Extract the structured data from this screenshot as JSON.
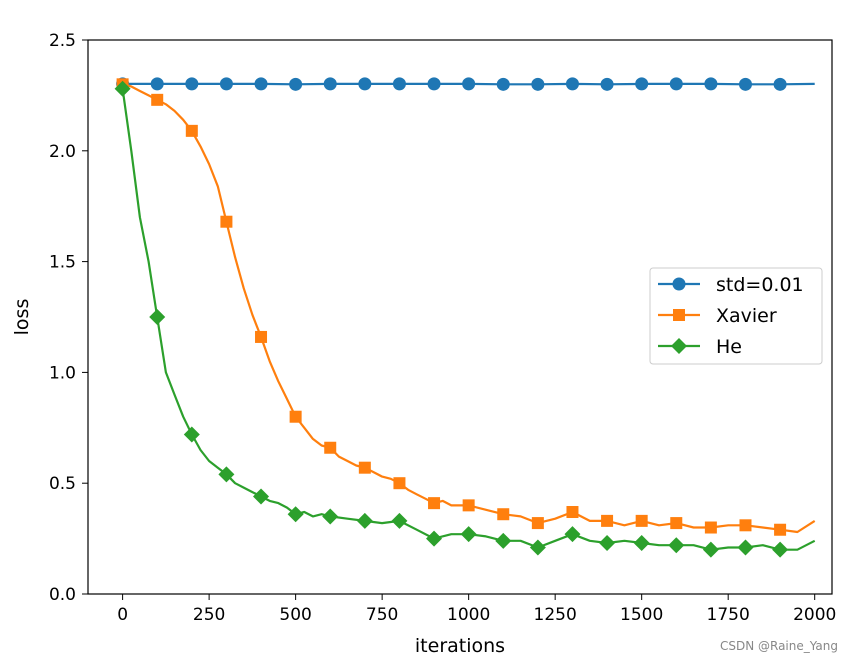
{
  "chart_data": {
    "type": "line",
    "title": "",
    "xlabel": "iterations",
    "ylabel": "loss",
    "xlim": [
      -100,
      2050
    ],
    "ylim": [
      0.0,
      2.5
    ],
    "xticks": [
      0,
      250,
      500,
      750,
      1000,
      1250,
      1500,
      1750,
      2000
    ],
    "xtick_labels": [
      "0",
      "250",
      "500",
      "750",
      "1000",
      "1250",
      "1500",
      "1750",
      "2000"
    ],
    "yticks": [
      0.0,
      0.5,
      1.0,
      1.5,
      2.0,
      2.5
    ],
    "ytick_labels": [
      "0.0",
      "0.5",
      "1.0",
      "1.5",
      "2.0",
      "2.5"
    ],
    "grid": false,
    "legend": "center-right",
    "series": [
      {
        "name": "std=0.01",
        "color": "#1f77b4",
        "marker": "circle",
        "x": [
          0,
          100,
          200,
          300,
          400,
          500,
          600,
          700,
          800,
          900,
          1000,
          1100,
          1200,
          1300,
          1400,
          1500,
          1600,
          1700,
          1800,
          1900,
          2000
        ],
        "y": [
          2.302,
          2.302,
          2.302,
          2.302,
          2.302,
          2.3,
          2.302,
          2.302,
          2.302,
          2.302,
          2.302,
          2.3,
          2.3,
          2.302,
          2.3,
          2.302,
          2.302,
          2.302,
          2.3,
          2.3,
          2.302
        ],
        "marker_every": 100
      },
      {
        "name": "Xavier",
        "color": "#ff7f0e",
        "marker": "square",
        "x": [
          0,
          25,
          50,
          75,
          100,
          125,
          150,
          175,
          200,
          225,
          250,
          275,
          300,
          325,
          350,
          375,
          400,
          425,
          450,
          475,
          500,
          525,
          550,
          575,
          600,
          625,
          650,
          675,
          700,
          725,
          750,
          775,
          800,
          825,
          850,
          875,
          900,
          925,
          950,
          975,
          1000,
          1050,
          1100,
          1150,
          1200,
          1250,
          1300,
          1350,
          1400,
          1450,
          1500,
          1550,
          1600,
          1650,
          1700,
          1750,
          1800,
          1850,
          1900,
          1950,
          2000
        ],
        "y": [
          2.3,
          2.29,
          2.27,
          2.25,
          2.23,
          2.21,
          2.18,
          2.14,
          2.09,
          2.02,
          1.94,
          1.84,
          1.68,
          1.52,
          1.38,
          1.26,
          1.16,
          1.05,
          0.96,
          0.88,
          0.8,
          0.75,
          0.7,
          0.67,
          0.66,
          0.62,
          0.6,
          0.58,
          0.57,
          0.55,
          0.53,
          0.52,
          0.5,
          0.47,
          0.45,
          0.43,
          0.41,
          0.42,
          0.4,
          0.4,
          0.4,
          0.38,
          0.36,
          0.35,
          0.32,
          0.34,
          0.37,
          0.33,
          0.33,
          0.31,
          0.33,
          0.31,
          0.32,
          0.3,
          0.3,
          0.31,
          0.31,
          0.3,
          0.29,
          0.28,
          0.33
        ],
        "marker_every": 100
      },
      {
        "name": "He",
        "color": "#2ca02c",
        "marker": "diamond",
        "x": [
          0,
          25,
          50,
          75,
          100,
          125,
          150,
          175,
          200,
          225,
          250,
          275,
          300,
          325,
          350,
          375,
          400,
          425,
          450,
          475,
          500,
          525,
          550,
          575,
          600,
          650,
          700,
          750,
          800,
          850,
          900,
          950,
          1000,
          1050,
          1100,
          1150,
          1200,
          1250,
          1300,
          1350,
          1400,
          1450,
          1500,
          1550,
          1600,
          1650,
          1700,
          1750,
          1800,
          1850,
          1900,
          1950,
          2000
        ],
        "y": [
          2.28,
          2.0,
          1.7,
          1.5,
          1.25,
          1.0,
          0.9,
          0.8,
          0.72,
          0.65,
          0.6,
          0.57,
          0.54,
          0.5,
          0.48,
          0.46,
          0.44,
          0.42,
          0.41,
          0.39,
          0.36,
          0.37,
          0.35,
          0.36,
          0.35,
          0.34,
          0.33,
          0.32,
          0.33,
          0.29,
          0.25,
          0.27,
          0.27,
          0.26,
          0.24,
          0.24,
          0.21,
          0.24,
          0.27,
          0.24,
          0.23,
          0.24,
          0.23,
          0.22,
          0.22,
          0.22,
          0.2,
          0.21,
          0.21,
          0.22,
          0.2,
          0.2,
          0.24
        ],
        "marker_every": 100
      }
    ]
  },
  "watermark": "CSDN @Raine_Yang"
}
